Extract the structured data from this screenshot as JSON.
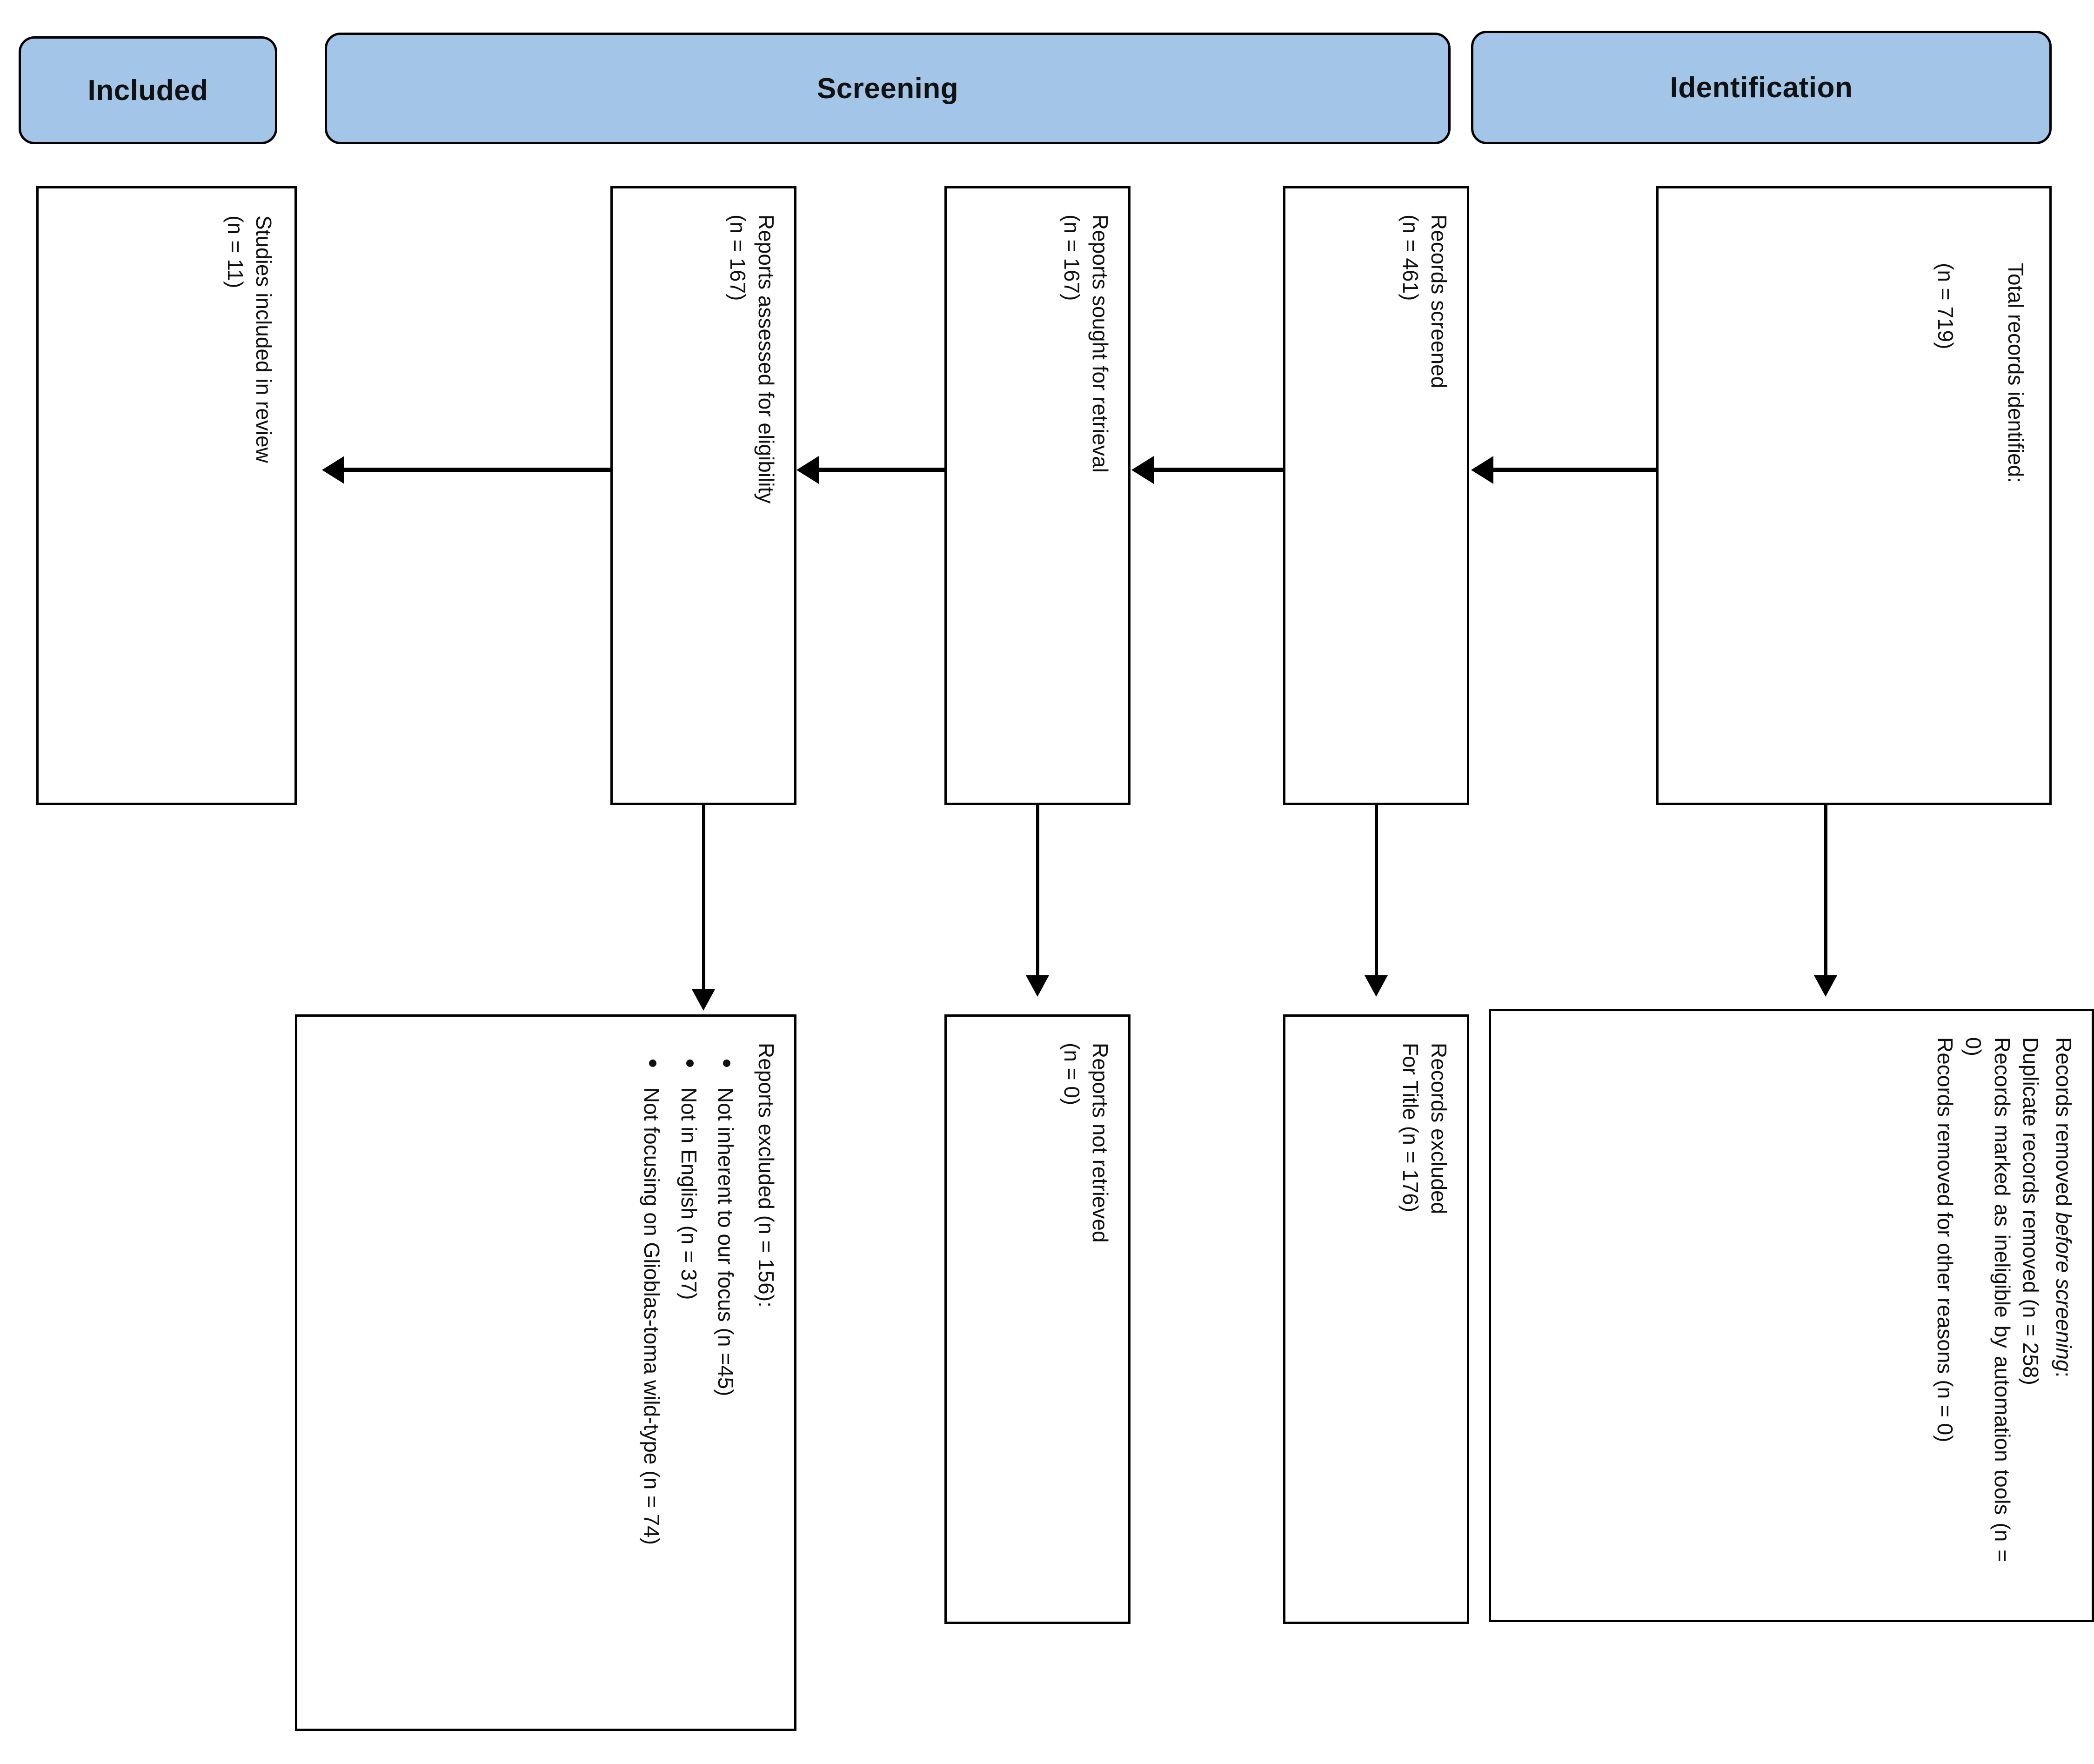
{
  "diagram": {
    "type": "prisma-flow-diagram",
    "orientation": "rotated-90-ccw",
    "accent_color": "#a3c6e8",
    "line_color": "#000000"
  },
  "phases": [
    {
      "id": "included",
      "label": "Included"
    },
    {
      "id": "screening",
      "label": "Screening"
    },
    {
      "id": "identification",
      "label": "Identification"
    }
  ],
  "boxes": {
    "identification_total": {
      "line1": "Total records identified:",
      "line2": "(n = 719)"
    },
    "records_removed": {
      "heading_pre": "Records removed ",
      "heading_italic": "before screening",
      "heading_post": ":",
      "items": [
        "Duplicate records removed (n = 258)",
        "Records marked as ineligible by automation tools (n = 0)",
        "Records removed for other reasons (n = 0)"
      ]
    },
    "records_screened": {
      "line1": "Records screened",
      "line2": "(n = 461)"
    },
    "records_excluded": {
      "line1": "Records excluded",
      "line2": "For Title (n = 176)"
    },
    "reports_sought": {
      "line1": "Reports sought for retrieval",
      "line2": "(n = 167)"
    },
    "reports_not_retrieved": {
      "line1": "Reports not retrieved",
      "line2": "(n = 0)"
    },
    "reports_assessed": {
      "line1": "Reports assessed for eligibility",
      "line2": "(n = 167)"
    },
    "reports_excluded": {
      "heading": "Reports excluded (n = 156):",
      "items": [
        "Not inherent to our focus (n =45)",
        "Not in English (n = 37)",
        "Not focusing on Glioblas-toma wild-type (n = 74)"
      ]
    },
    "studies_included": {
      "line1": "Studies included in review",
      "line2": "(n = 11)"
    }
  }
}
